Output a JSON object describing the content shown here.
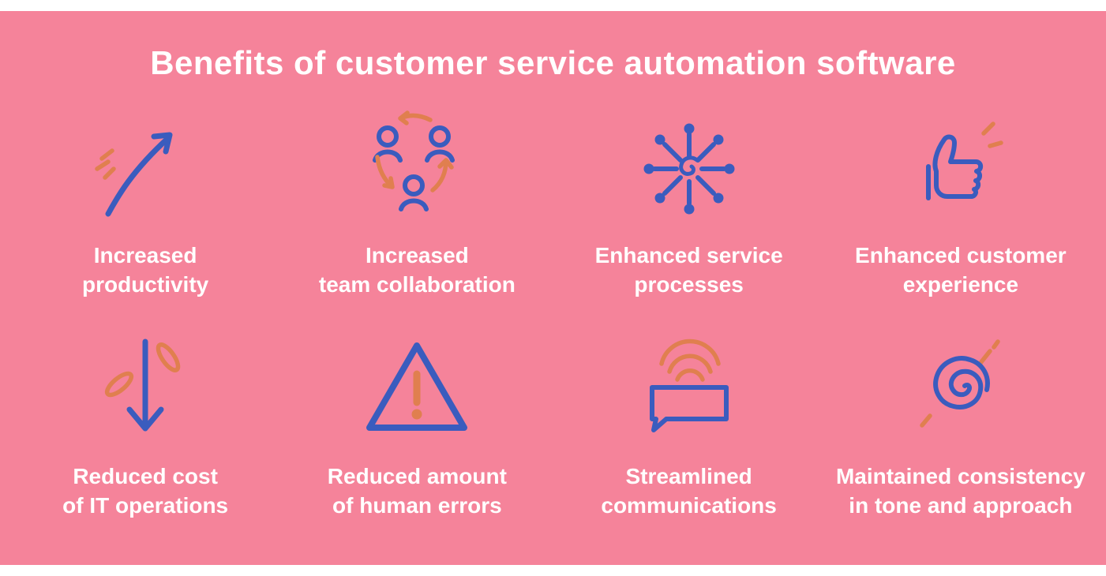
{
  "title": "Benefits of customer service automation software",
  "colors": {
    "background": "#F5839A",
    "icon_blue": "#3A5CBE",
    "icon_orange": "#E07F4F",
    "text": "#FFFFFF"
  },
  "items": [
    {
      "icon": "growth-arrow-icon",
      "label": "Increased\nproductivity"
    },
    {
      "icon": "team-collaboration-icon",
      "label": "Increased\nteam collaboration"
    },
    {
      "icon": "network-hub-icon",
      "label": "Enhanced service\nprocesses"
    },
    {
      "icon": "thumbs-up-icon",
      "label": "Enhanced customer\nexperience"
    },
    {
      "icon": "down-arrow-leaves-icon",
      "label": "Reduced cost\nof IT operations"
    },
    {
      "icon": "warning-triangle-icon",
      "label": "Reduced amount\nof human errors"
    },
    {
      "icon": "speech-bubble-icon",
      "label": "Streamlined\ncommunications"
    },
    {
      "icon": "spiral-icon",
      "label": "Maintained consistency\nin tone and approach"
    }
  ]
}
